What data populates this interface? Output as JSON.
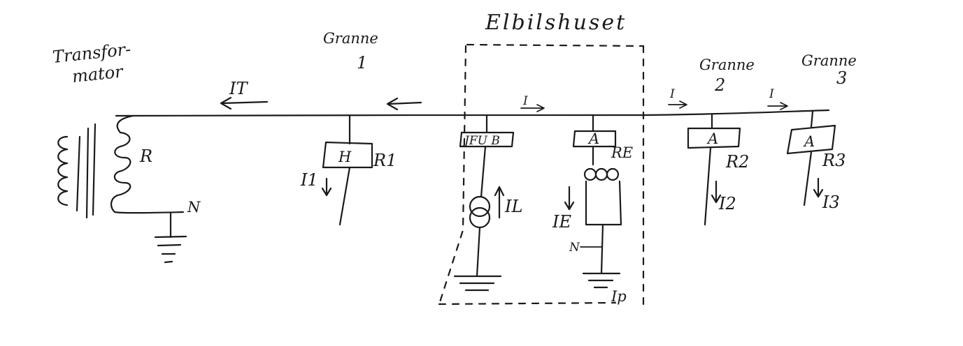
{
  "labels": {
    "building": "Elbilshuset",
    "transformer_line1": "Transfor-",
    "transformer_line2": "mator",
    "neighbour_1_name": "Granne",
    "neighbour_1_num": "1",
    "neighbour_2_name": "Granne",
    "neighbour_2_num": "2",
    "neighbour_3_name": "Granne",
    "neighbour_3_num": "3",
    "transformer_current": "IT",
    "transformer_resistance": "R",
    "neutral": "N",
    "i1": "I1",
    "r1": "R1",
    "meter_box": "JFU B",
    "il": "IL",
    "meter_e": "A",
    "re": "RE",
    "ie": "IE",
    "neutral_house": "N",
    "i_arrow": "I",
    "meter_2": "A",
    "r2": "R2",
    "i2": "I2",
    "meter_3": "A",
    "r3": "R3",
    "i3": "I3",
    "ip": "Ip",
    "meter_1": "H"
  }
}
